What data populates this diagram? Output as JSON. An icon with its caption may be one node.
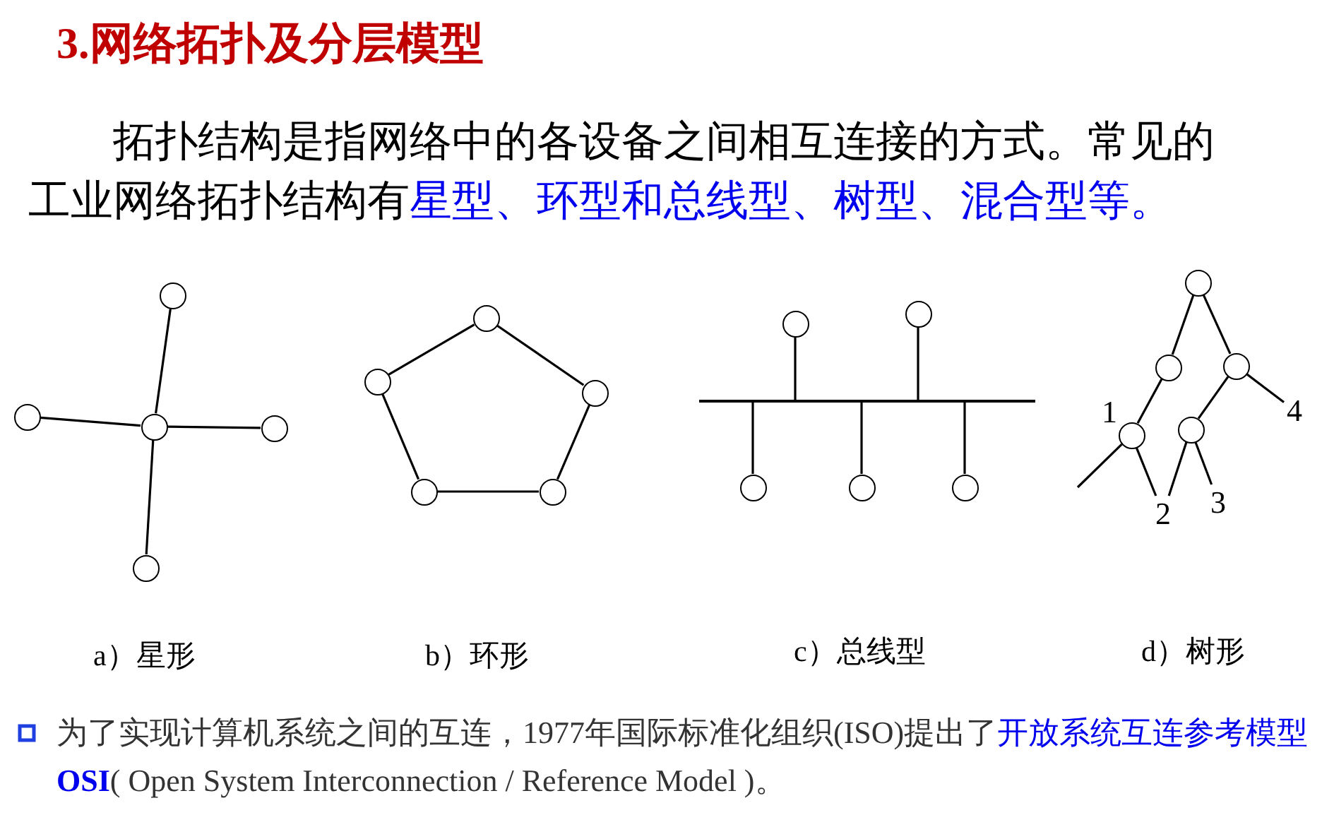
{
  "diagram": {
    "title": "3.网络拓扑及分层模型",
    "nodes": [
      {
        "text": [],
        "shape": "circle"
      },
      {
        "text": [],
        "shape": "circle"
      },
      {
        "text": [],
        "shape": "circle"
      },
      {
        "text": [],
        "shape": "circle"
      },
      {
        "text": [],
        "shape": "circle"
      },
      {
        "text": [],
        "shape": "circle"
      },
      {
        "text": [],
        "shape": "circle"
      },
      {
        "text": [],
        "shape": "circle"
      },
      {
        "text": [],
        "shape": "circle"
      },
      {
        "text": [],
        "shape": "circle"
      },
      {
        "text": [],
        "shape": "bar"
      },
      {
        "text": [],
        "shape": "circle"
      },
      {
        "text": [],
        "shape": "circle"
      },
      {
        "text": [],
        "shape": "circle"
      },
      {
        "text": [],
        "shape": "circle"
      },
      {
        "text": [],
        "shape": "circle"
      },
      {
        "text": [],
        "shape": "circle"
      },
      {
        "text": [],
        "shape": "circle"
      },
      {
        "text": [],
        "shape": "circle"
      },
      {
        "text": [],
        "shape": "circle"
      },
      {
        "text": [],
        "shape": "circle"
      },
      {
        "text": [
          "2"
        ]
      },
      {
        "text": [
          "3"
        ]
      },
      {
        "text": [
          "4"
        ]
      }
    ],
    "edges": [
      {
        "from": 0,
        "to": 1,
        "arrow": "none"
      },
      {
        "from": 0,
        "to": 2,
        "arrow": "none"
      },
      {
        "from": 0,
        "to": 3,
        "arrow": "none"
      },
      {
        "from": 0,
        "to": 4,
        "arrow": "none"
      },
      {
        "from": 5,
        "to": 6,
        "arrow": "none"
      },
      {
        "from": 6,
        "to": 7,
        "arrow": "none"
      },
      {
        "from": 7,
        "to": 8,
        "arrow": "none"
      },
      {
        "from": 8,
        "to": 9,
        "arrow": "none"
      },
      {
        "from": 9,
        "to": 5,
        "arrow": "none"
      },
      {
        "from": 10,
        "to": 11,
        "arrow": "none"
      },
      {
        "from": 10,
        "to": 12,
        "arrow": "none"
      },
      {
        "from": 10,
        "to": 13,
        "arrow": "none"
      },
      {
        "from": 10,
        "to": 14,
        "arrow": "none"
      },
      {
        "from": 10,
        "to": 15,
        "arrow": "none"
      },
      {
        "from": 16,
        "to": 17,
        "arrow": "none"
      },
      {
        "from": 16,
        "to": 18,
        "arrow": "none"
      },
      {
        "from": 17,
        "to": 19,
        "arrow": "none"
      },
      {
        "from": 18,
        "to": 20,
        "arrow": "none"
      },
      {
        "from": 19,
        "to": null,
        "arrow": "none"
      },
      {
        "from": 19,
        "to": 21,
        "arrow": "none"
      },
      {
        "from": 20,
        "to": 21,
        "arrow": "none"
      },
      {
        "from": 20,
        "to": 22,
        "arrow": "none"
      },
      {
        "from": 18,
        "to": 23,
        "arrow": "none"
      }
    ],
    "labels": [
      "拓扑结构是指网络中的各设备之间相互连接的方式。常见的工业网络拓扑结构有",
      "星型、环型和总线型、树型、混合型等。",
      "1",
      "a）星形",
      "b）环形",
      "c）总线型",
      "d）树形",
      "为了实现计算机系统之间的互连，1977年国际标准化组织(ISO)提出了",
      "开放系统互连参考模型**OSI**",
      "( Open System Interconnection / Reference Model )。"
    ]
  }
}
